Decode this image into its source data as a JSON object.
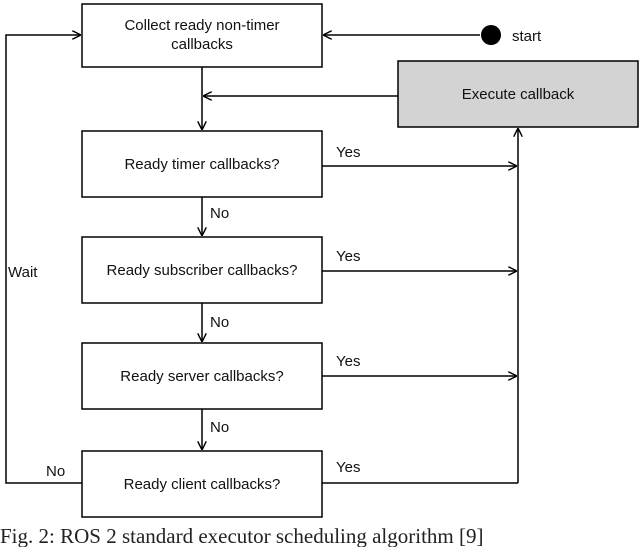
{
  "nodes": {
    "collect": {
      "line1": "Collect ready non-timer",
      "line2": "callbacks"
    },
    "execute": {
      "label": "Execute callback"
    },
    "start": {
      "label": "start"
    },
    "timer": {
      "label": "Ready timer callbacks?"
    },
    "subscriber": {
      "label": "Ready subscriber callbacks?"
    },
    "server": {
      "label": "Ready server callbacks?"
    },
    "client": {
      "label": "Ready client callbacks?"
    }
  },
  "edges": {
    "yes": "Yes",
    "no": "No",
    "wait": "Wait"
  },
  "colors": {
    "execute_fill": "#d3d3d3",
    "stroke": "#000000"
  },
  "caption": "Fig. 2: ROS 2 standard executor scheduling algorithm [9]"
}
